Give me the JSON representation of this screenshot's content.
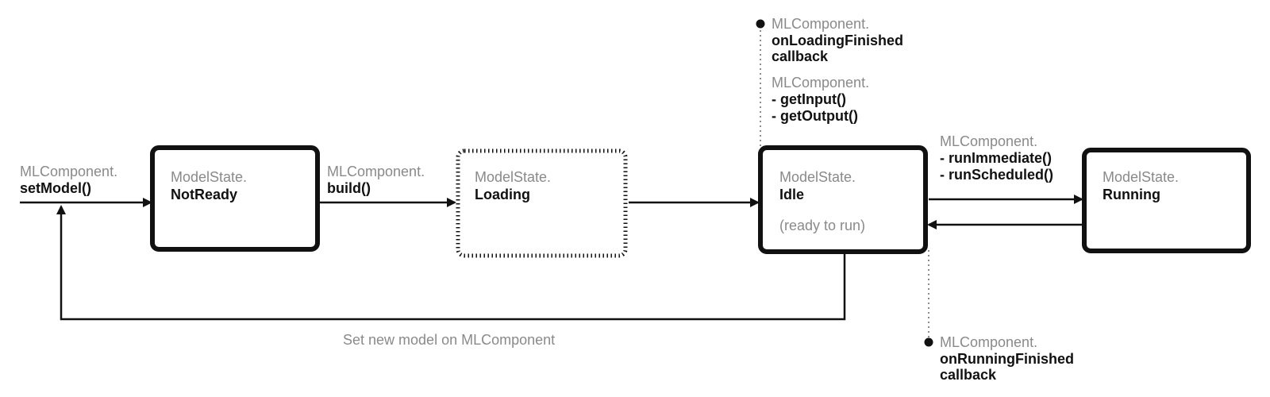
{
  "states": {
    "not_ready": {
      "prefix": "ModelState.",
      "name": "NotReady"
    },
    "loading": {
      "prefix": "ModelState.",
      "name": "Loading"
    },
    "idle": {
      "prefix": "ModelState.",
      "name": "Idle",
      "note": "(ready to run)"
    },
    "running": {
      "prefix": "ModelState.",
      "name": "Running"
    }
  },
  "labels": {
    "set_model": {
      "prefix": "MLComponent.",
      "line1": "setModel()"
    },
    "build": {
      "prefix": "MLComponent.",
      "line1": "build()"
    },
    "loading_finished": {
      "prefix": "MLComponent.",
      "line1": "onLoadingFinished",
      "line2": "callback"
    },
    "io": {
      "prefix": "MLComponent.",
      "line1": "- getInput()",
      "line2": "- getOutput()"
    },
    "run": {
      "prefix": "MLComponent.",
      "line1": "- runImmediate()",
      "line2": "- runScheduled()"
    },
    "running_finished": {
      "prefix": "MLComponent.",
      "line1": "onRunningFinished",
      "line2": "callback"
    },
    "reset": "Set new model on MLComponent"
  },
  "colors": {
    "stroke": "#111111",
    "muted": "#8a8a8a"
  }
}
